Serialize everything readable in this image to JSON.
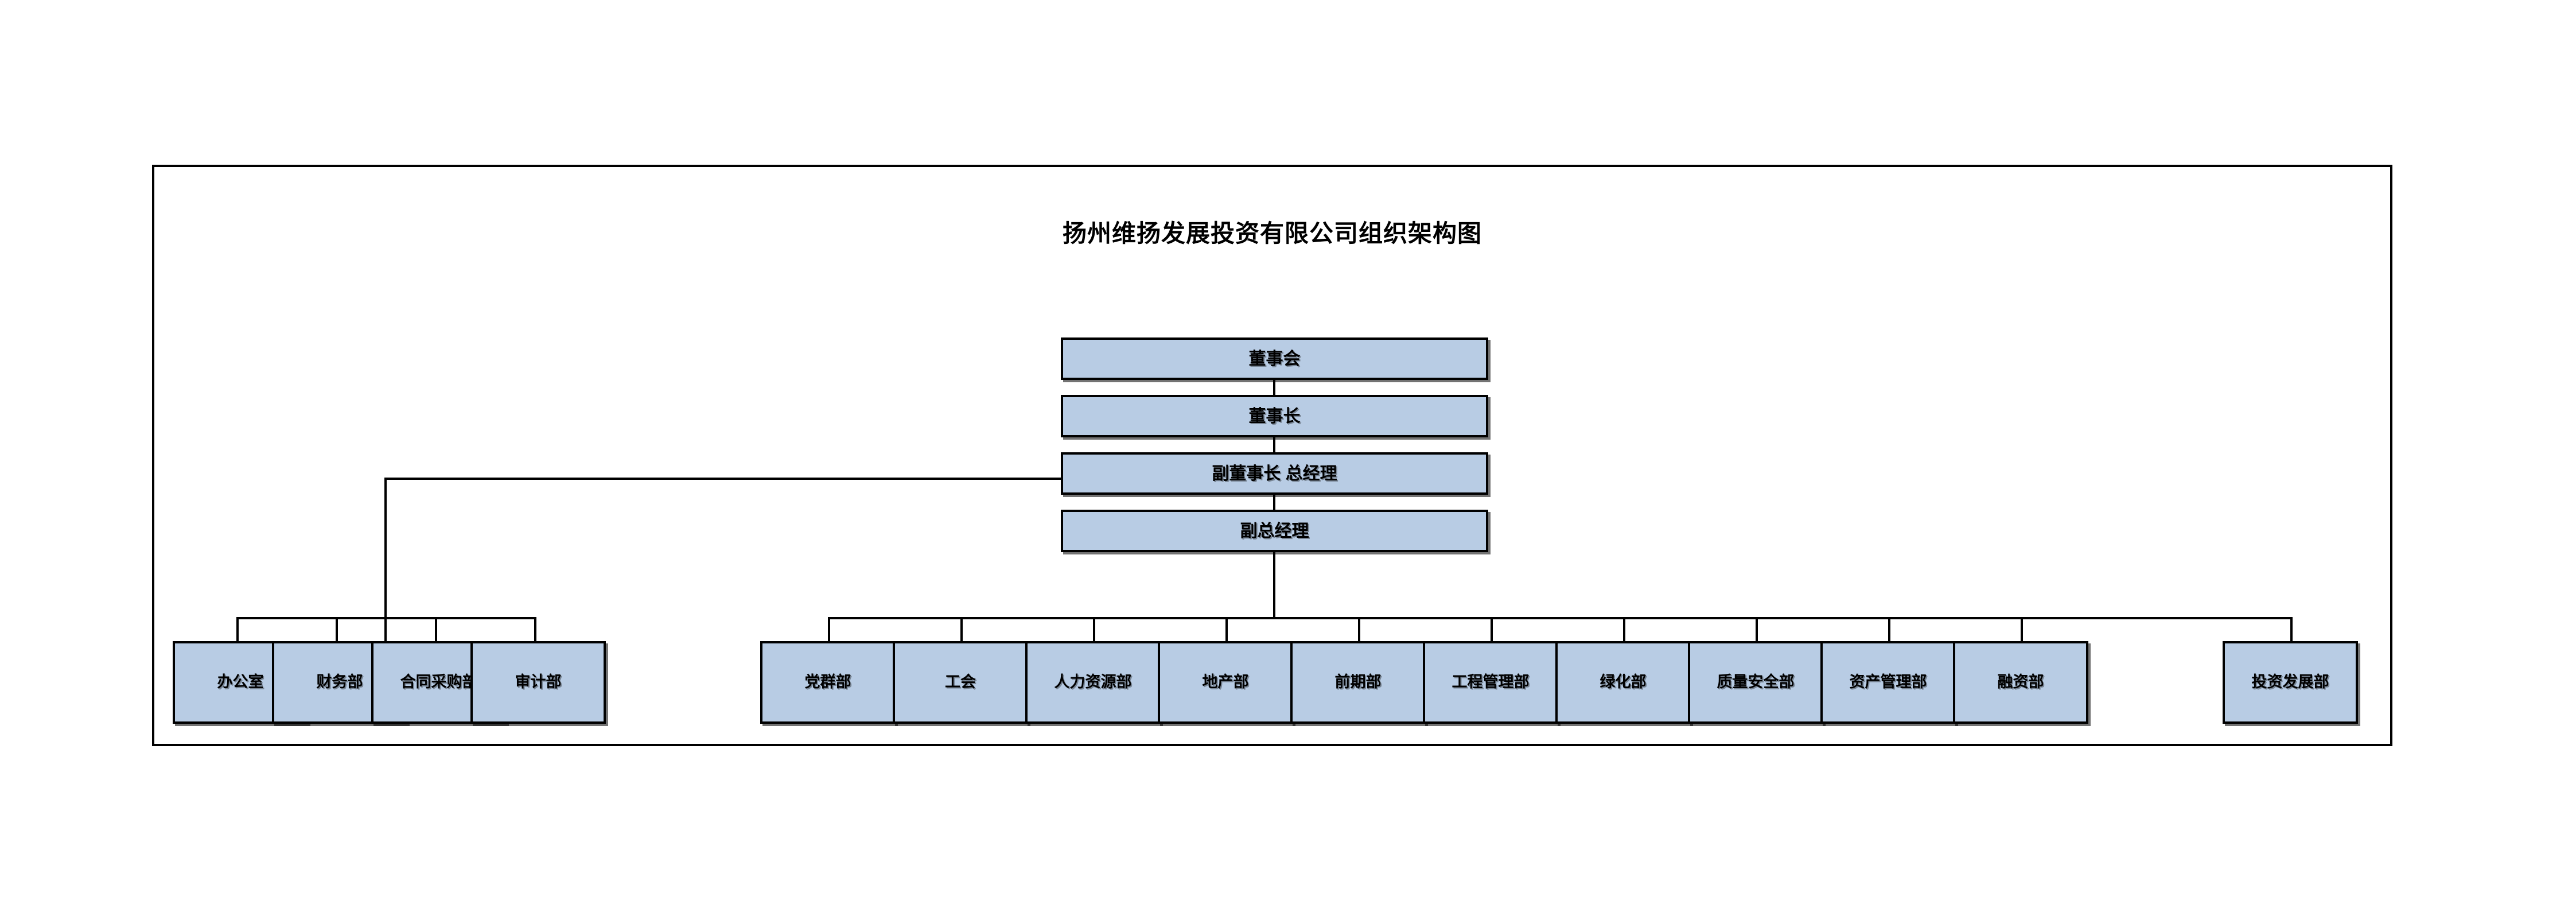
{
  "chart_data": {
    "type": "diagram",
    "diagram_type": "organization-chart",
    "title": "扬州维扬发展投资有限公司组织架构图",
    "colors": {
      "node_fill": "#b8cce4",
      "node_border": "#000000",
      "frame_border": "#000000",
      "background": "#ffffff",
      "text": "#000000"
    },
    "levels": [
      {
        "level": 1,
        "nodes": [
          "董事会"
        ]
      },
      {
        "level": 2,
        "nodes": [
          "董事长"
        ]
      },
      {
        "level": 3,
        "nodes": [
          "副董事长 总经理"
        ]
      },
      {
        "level": 4,
        "nodes": [
          "副总经理"
        ]
      },
      {
        "level": 5,
        "nodes": [
          "办公室",
          "财务部",
          "合同采购部",
          "审计部",
          "党群部",
          "工会",
          "人力资源部",
          "地产部",
          "前期部",
          "工程管理部",
          "绿化部",
          "质量安全部",
          "资产管理部",
          "融资部",
          "投资发展部"
        ]
      }
    ],
    "edges": [
      {
        "from": "董事会",
        "to": "董事长"
      },
      {
        "from": "董事长",
        "to": "副董事长 总经理"
      },
      {
        "from": "副董事长 总经理",
        "to": "副总经理"
      },
      {
        "from": "副董事长 总经理",
        "to": "办公室"
      },
      {
        "from": "副董事长 总经理",
        "to": "财务部"
      },
      {
        "from": "副董事长 总经理",
        "to": "合同采购部"
      },
      {
        "from": "副董事长 总经理",
        "to": "审计部"
      },
      {
        "from": "副总经理",
        "to": "党群部"
      },
      {
        "from": "副总经理",
        "to": "工会"
      },
      {
        "from": "副总经理",
        "to": "人力资源部"
      },
      {
        "from": "副总经理",
        "to": "地产部"
      },
      {
        "from": "副总经理",
        "to": "前期部"
      },
      {
        "from": "副总经理",
        "to": "工程管理部"
      },
      {
        "from": "副总经理",
        "to": "绿化部"
      },
      {
        "from": "副总经理",
        "to": "质量安全部"
      },
      {
        "from": "副总经理",
        "to": "资产管理部"
      },
      {
        "from": "副总经理",
        "to": "融资部"
      },
      {
        "from": "副总经理",
        "to": "投资发展部"
      }
    ],
    "notes": "Department bus bar is split into two segments: a left segment spanning 办公室–审计部 and a right segment spanning 党群部–投资发展部."
  },
  "chart": {
    "title": "扬州维扬发展投资有限公司组织架构图",
    "executives": [
      {
        "id": "board",
        "label": "董事会"
      },
      {
        "id": "chairman",
        "label": "董事长"
      },
      {
        "id": "vice-gm",
        "label": "副董事长 总经理"
      },
      {
        "id": "deputy-gm",
        "label": "副总经理"
      }
    ],
    "departments": [
      {
        "id": "office",
        "label": "办公室"
      },
      {
        "id": "finance",
        "label": "财务部"
      },
      {
        "id": "contract-purchase",
        "label": "合同采购部"
      },
      {
        "id": "audit",
        "label": "审计部"
      },
      {
        "id": "party-mass",
        "label": "党群部"
      },
      {
        "id": "labor-union",
        "label": "工会"
      },
      {
        "id": "human-resources",
        "label": "人力资源部"
      },
      {
        "id": "real-estate",
        "label": "地产部"
      },
      {
        "id": "preliminary",
        "label": "前期部"
      },
      {
        "id": "engineering-mgmt",
        "label": "工程管理部"
      },
      {
        "id": "greening",
        "label": "绿化部"
      },
      {
        "id": "quality-safety",
        "label": "质量安全部"
      },
      {
        "id": "asset-mgmt",
        "label": "资产管理部"
      },
      {
        "id": "financing",
        "label": "融资部"
      },
      {
        "id": "investment-dev",
        "label": "投资发展部"
      }
    ]
  }
}
